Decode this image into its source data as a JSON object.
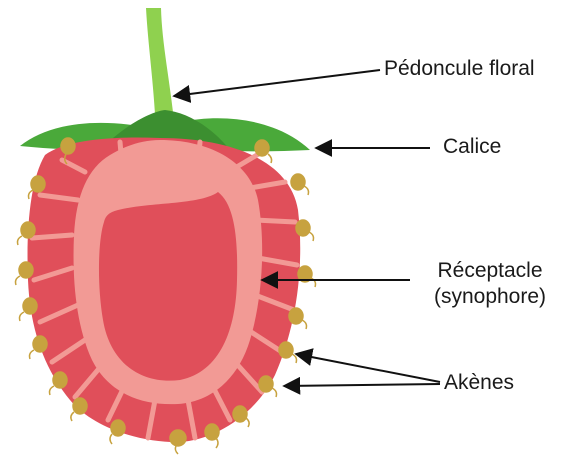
{
  "labels": {
    "peduncle": "Pédoncule floral",
    "calyx": "Calice",
    "receptacle_line1": "Réceptacle",
    "receptacle_line2": "(synophore)",
    "achenes": "Akènes"
  },
  "colors": {
    "stem": "#8fd14f",
    "sepal": "#4aa93a",
    "flesh": "#e04f5a",
    "receptacle": "#f29a95",
    "achene": "#c7a23f",
    "arrow": "#111111"
  }
}
